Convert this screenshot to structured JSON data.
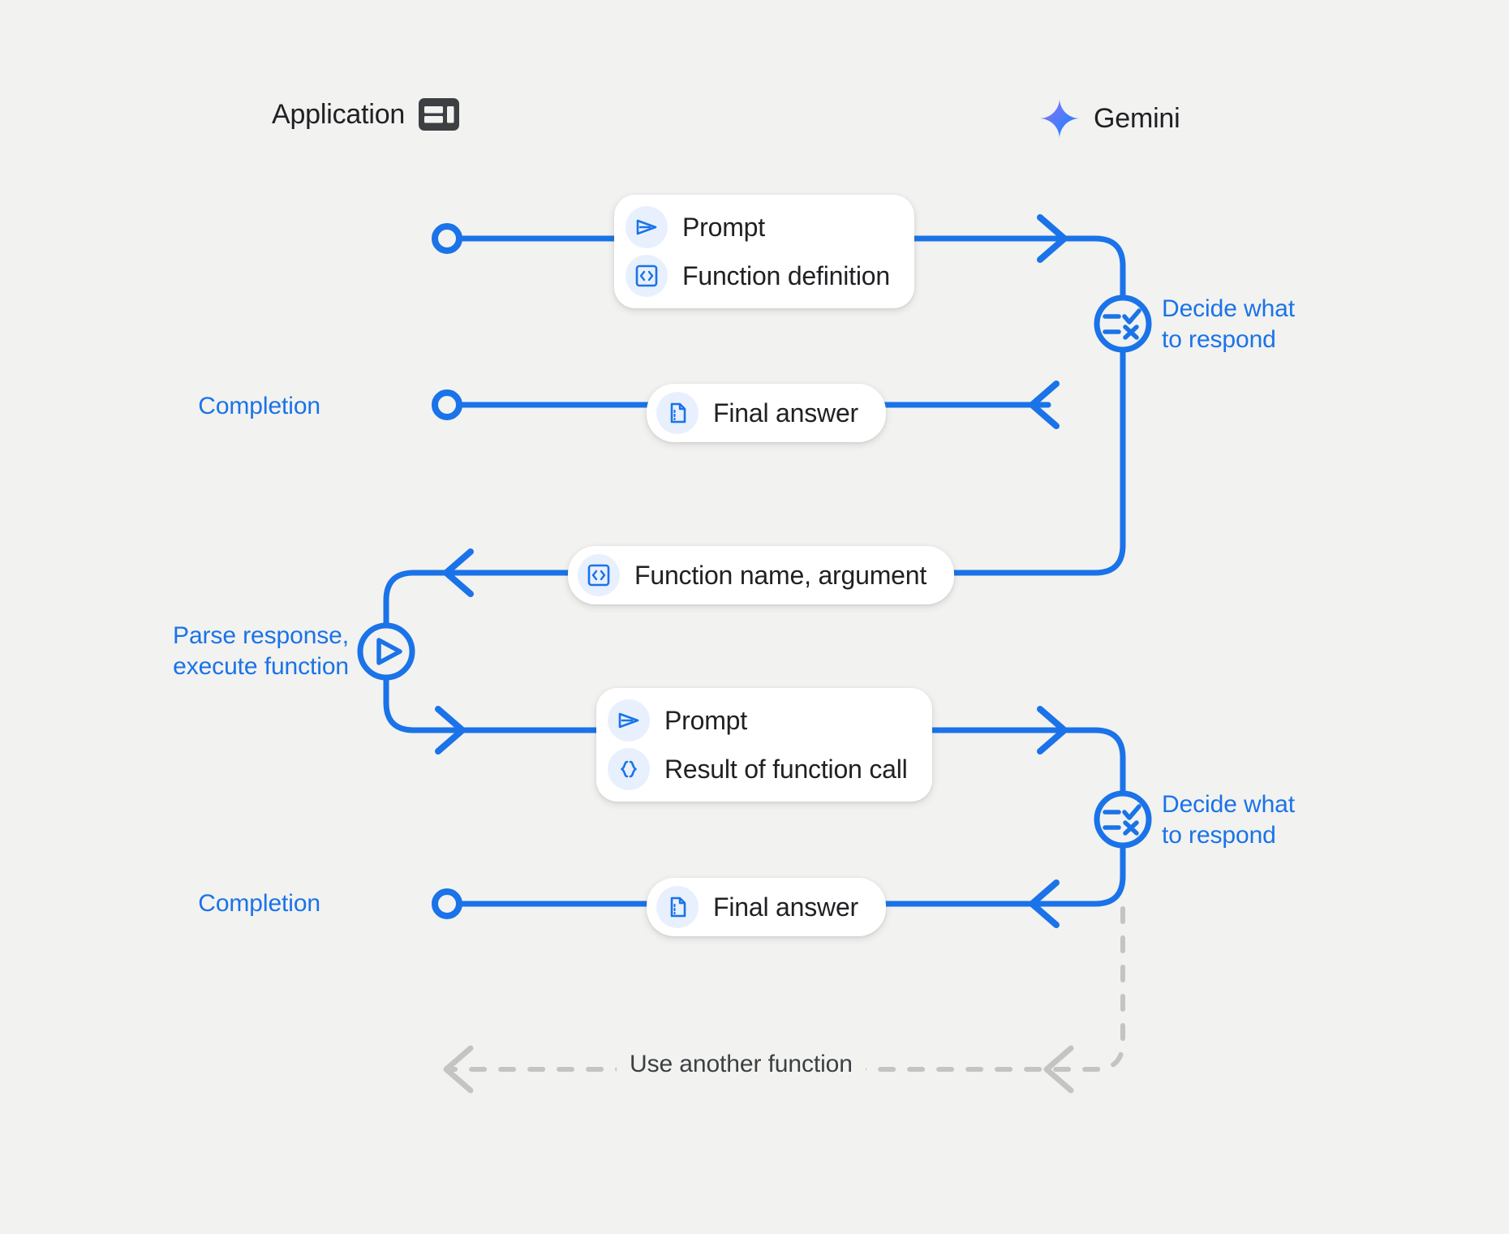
{
  "background_color": "#f2f2f0",
  "accent_color": "#1a73e8",
  "text_color": "#202124",
  "muted_color": "#bdbdbd",
  "lanes": {
    "application": {
      "title": "Application",
      "icon": "application-window-icon"
    },
    "gemini": {
      "title": "Gemini",
      "icon": "gemini-sparkle-icon"
    }
  },
  "nodes": {
    "decide_1": {
      "label": "Decide what\nto respond",
      "icon": "decision-checklist-icon"
    },
    "decide_2": {
      "label": "Decide what\nto respond",
      "icon": "decision-checklist-icon"
    },
    "completion_1": {
      "label": "Completion",
      "icon": "endpoint-circle-icon"
    },
    "completion_2": {
      "label": "Completion",
      "icon": "endpoint-circle-icon"
    },
    "parse": {
      "label": "Parse response,\nexecute function",
      "icon": "play-circle-icon"
    }
  },
  "messages": [
    {
      "id": "prompt-function-definition",
      "direction": "application-to-gemini",
      "rows": [
        {
          "icon": "send-prompt-icon",
          "text": "Prompt"
        },
        {
          "icon": "code-brackets-icon",
          "text": "Function definition"
        }
      ]
    },
    {
      "id": "final-answer-1",
      "direction": "gemini-to-application",
      "rows": [
        {
          "icon": "document-icon",
          "text": "Final answer"
        }
      ]
    },
    {
      "id": "function-name-argument",
      "direction": "gemini-to-application",
      "rows": [
        {
          "icon": "code-brackets-icon",
          "text": "Function name,  argument"
        }
      ]
    },
    {
      "id": "prompt-result-of-function-call",
      "direction": "application-to-gemini",
      "rows": [
        {
          "icon": "send-prompt-icon",
          "text": "Prompt"
        },
        {
          "icon": "curly-braces-icon",
          "text": "Result of function call"
        }
      ]
    },
    {
      "id": "final-answer-2",
      "direction": "gemini-to-application",
      "rows": [
        {
          "icon": "document-icon",
          "text": "Final answer"
        }
      ]
    }
  ],
  "loop": {
    "caption": "Use another function",
    "style": "dashed"
  }
}
